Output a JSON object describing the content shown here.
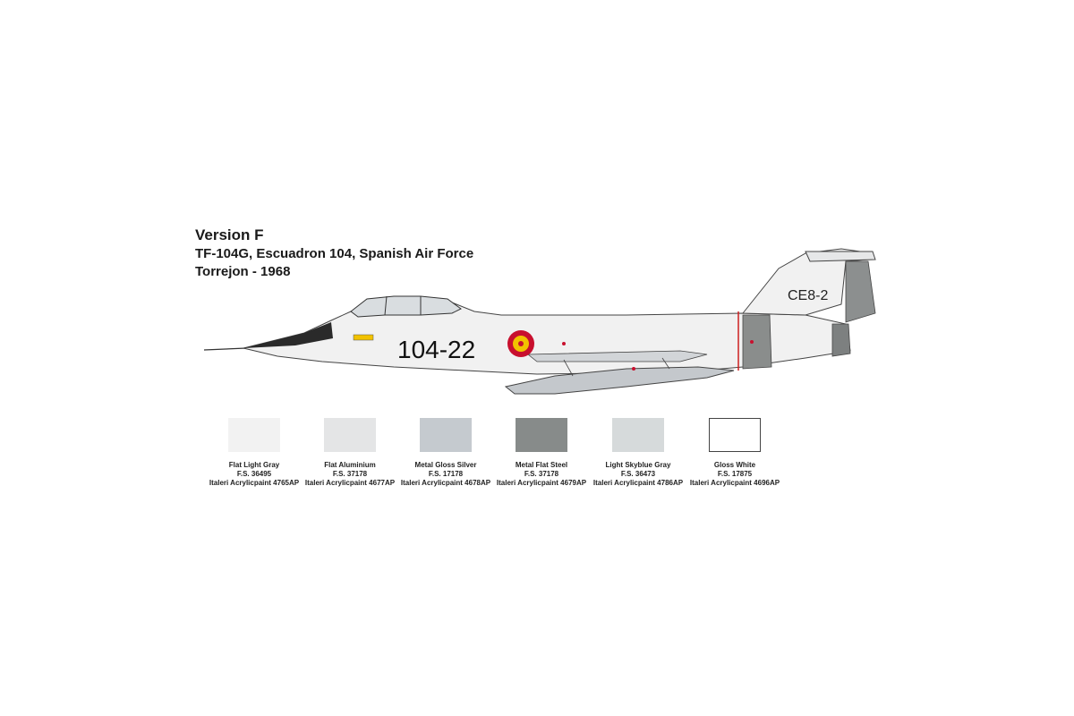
{
  "caption": {
    "version": "Version F",
    "unit": "TF-104G, Escuadron 104, Spanish Air Force",
    "place_date": "Torrejon - 1968"
  },
  "aircraft": {
    "fuselage_number": "104-22",
    "tail_code": "CE8-2",
    "roundel_colors": {
      "outer": "#c8102e",
      "inner": "#f2c200"
    }
  },
  "swatches": [
    {
      "name": "Flat Light Gray",
      "fs": "F.S. 36495",
      "paint": "Italeri Acrylicpaint 4765AP",
      "color": "#f2f2f2",
      "outlined": false
    },
    {
      "name": "Flat Aluminium",
      "fs": "F.S. 37178",
      "paint": "Italeri Acrylicpaint 4677AP",
      "color": "#e4e5e6",
      "outlined": false
    },
    {
      "name": "Metal Gloss Silver",
      "fs": "F.S. 17178",
      "paint": "Italeri Acrylicpaint 4678AP",
      "color": "#c5cacf",
      "outlined": false
    },
    {
      "name": "Metal Flat Steel",
      "fs": "F.S. 37178",
      "paint": "Italeri Acrylicpaint 4679AP",
      "color": "#878b8a",
      "outlined": false
    },
    {
      "name": "Light Skyblue Gray",
      "fs": "F.S. 36473",
      "paint": "Italeri Acrylicpaint 4786AP",
      "color": "#d6dadb",
      "outlined": false
    },
    {
      "name": "Gloss White",
      "fs": "F.S. 17875",
      "paint": "Italeri Acrylicpaint 4696AP",
      "color": "#ffffff",
      "outlined": true
    }
  ]
}
